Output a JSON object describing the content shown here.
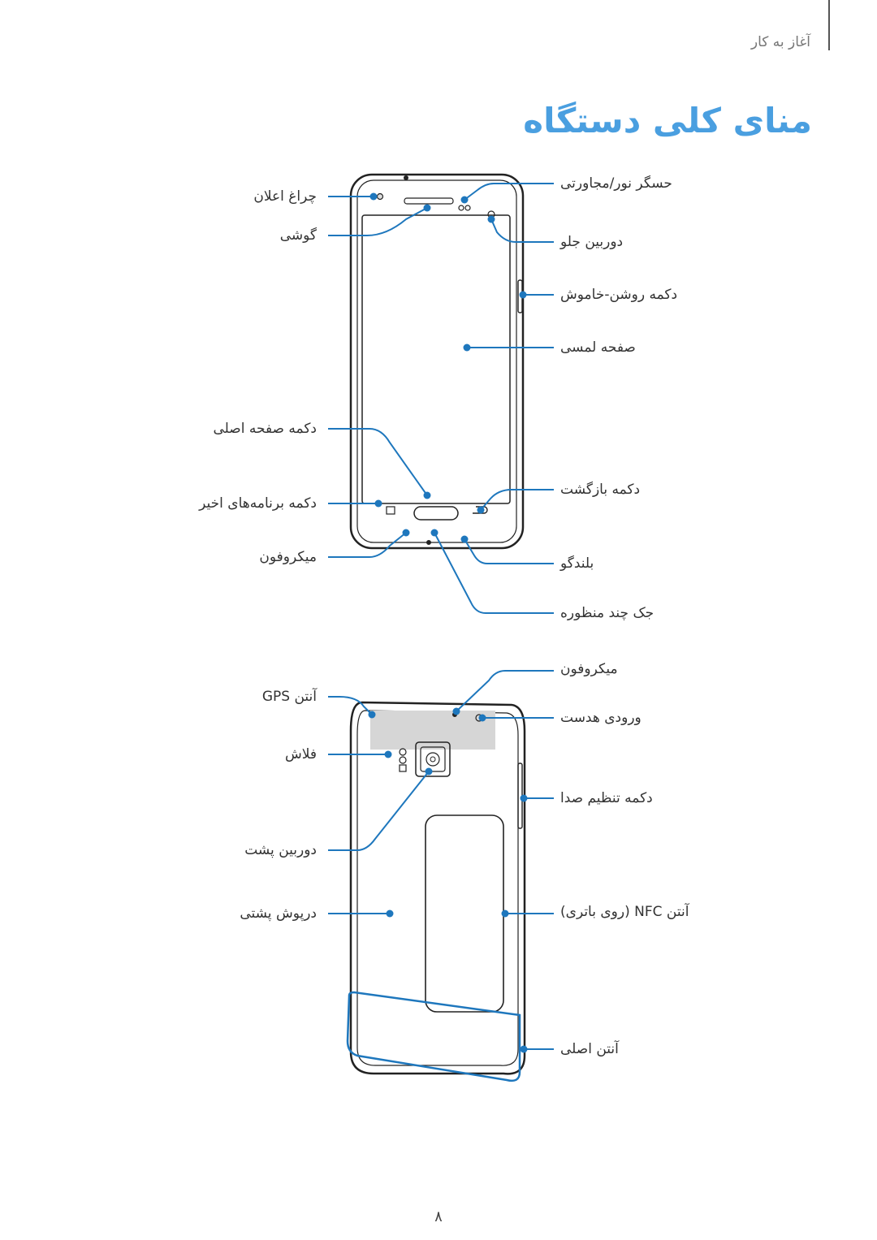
{
  "header": {
    "section": "آغاز به کار",
    "title": "منای کلی دستگاه"
  },
  "front": {
    "labels": {
      "light_sensor": "حسگر نور/مجاورتی",
      "proximity_sensor": "چراغ اعلان",
      "earpiece": "گوشی",
      "front_camera": "دوربین جلو",
      "power_key": "دکمه روشن-خاموش",
      "touch_screen": "صفحه لمسی",
      "home_key": "دکمه صفحه اصلی",
      "recent_apps_key": "دکمه برنامه‌های اخیر",
      "back_key": "دکمه بازگشت",
      "microphone": "میکروفون",
      "speaker": "بلندگو",
      "multipurpose_jack": "جک چند منظوره"
    }
  },
  "back": {
    "labels": {
      "microphone": "میکروفون",
      "gps_antenna": "آنتن GPS",
      "ir_led": "ورودی هدست",
      "flash": "فلاش",
      "volume_key": "دکمه تنظیم صدا",
      "rear_camera": "دوربین پشت",
      "back_cover": "درپوش پشتی",
      "nfc_antenna": "آنتن NFC (روی باتری)",
      "main_antenna": "آنتن اصلی"
    }
  },
  "footer": {
    "page_number": "۸"
  },
  "colors": {
    "accent": "#4a9fe0",
    "callout": "#1e77bd",
    "outline": "#222222"
  }
}
